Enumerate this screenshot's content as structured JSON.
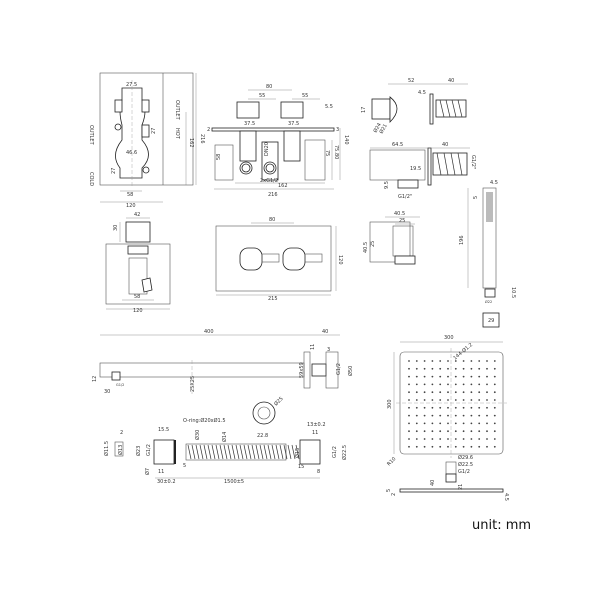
{
  "unit_label": "unit: mm",
  "valve_side": {
    "outlet_left": "OUTLET",
    "cold": "COLD",
    "outlet_right": "OUTLET",
    "hot": "HOT",
    "d1": "27.5",
    "d2": "27",
    "d3": "46.6",
    "d4": "27",
    "d5": "58",
    "d6": "120",
    "d7": "216",
    "d8": "162"
  },
  "valve_front": {
    "d80": "80",
    "d55a": "55",
    "d55b": "55",
    "d55": "5.5",
    "d375a": "37.5",
    "d375b": "37.5",
    "d2": "2",
    "d3": "3",
    "d58": "58",
    "d75": "75",
    "d7580": "75.80",
    "d140": "140",
    "dn20": "DN20",
    "g12": "2xG1/2",
    "d162": "162",
    "d216": "216"
  },
  "outlet_elbow": {
    "d52": "52",
    "d40": "40",
    "d45": "4.5",
    "d17": "17",
    "d24": "Ø24",
    "d21": "Ø21"
  },
  "wall_outlet": {
    "d645": "64.5",
    "d40": "40",
    "d195": "19.5",
    "g12a": "G1/2\"",
    "d95": "9.5",
    "g12b": "G1/2\""
  },
  "bracket": {
    "d405a": "40.5",
    "d25a": "25",
    "d405b": "40.5",
    "d25b": "25"
  },
  "hand_shower": {
    "d45": "4.5",
    "d5": "5",
    "d196": "196",
    "d105": "10.5",
    "d22": "Ø22",
    "d29": "29"
  },
  "valve_side2": {
    "d42": "42",
    "d30": "30",
    "d58": "58",
    "d120": "120"
  },
  "cover_plate": {
    "d80": "80",
    "d120": "120",
    "d215": "215"
  },
  "shower_arm": {
    "d400": "400",
    "d40": "40",
    "d11": "11",
    "d3": "3",
    "d12": "12",
    "d30": "30",
    "g12a": "G1/2",
    "sq": "25X25",
    "flange": "59x59",
    "g12b": "G1/2",
    "d50": "Ø50"
  },
  "hose": {
    "d2": "2",
    "d115": "Ø11.5",
    "d13": "Ø13",
    "d155": "15.5",
    "oring": "O-ring:Ø20xØ1.5",
    "d23": "Ø23",
    "g12a": "G1/2",
    "d7": "Ø7",
    "d11a": "11",
    "d30": "30±0.2",
    "d1500": "1500±5",
    "d5": "5",
    "d30b": "Ø30",
    "d14": "Ø14",
    "d25": "Ø25",
    "d228": "22.8",
    "d13b": "13±0.2",
    "d11b": "11",
    "d15a": "Ø15",
    "d15b": "15",
    "d8": "8",
    "g12b": "G1/2",
    "d225": "Ø22.5"
  },
  "shower_head": {
    "w": "300",
    "holes": "144-Ø1.2",
    "h": "300",
    "r": "R10",
    "d296": "Ø29.6",
    "d225": "Ø22.5",
    "g12": "G1/2",
    "d40": "40",
    "d21": "21",
    "d5": "5",
    "d2": "2",
    "d45": "4.5"
  }
}
